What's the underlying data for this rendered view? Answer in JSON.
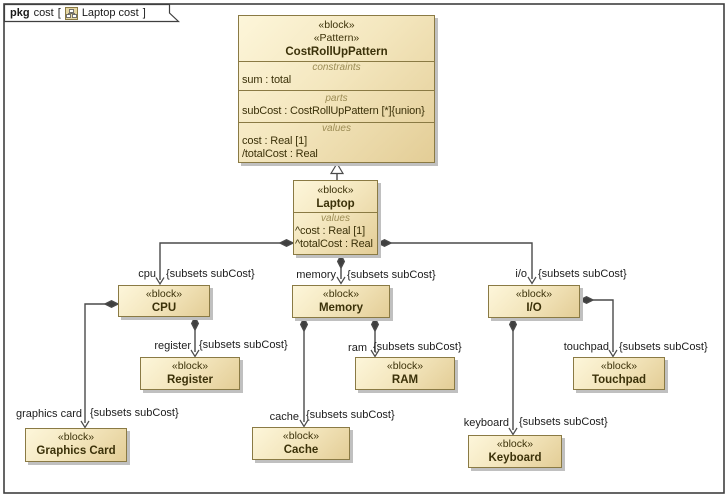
{
  "frame": {
    "kind": "pkg",
    "context": "cost",
    "open_bracket": "[",
    "diagram_name": "Laptop cost",
    "close_bracket": "]"
  },
  "blocks": {
    "pattern": {
      "stereotype1": "«block»",
      "stereotype2": "«Pattern»",
      "name": "CostRollUpPattern",
      "constraints_label": "constraints",
      "constraint_item": "sum : total",
      "parts_label": "parts",
      "part_item": "subCost : CostRollUpPattern [*]{union}",
      "values_label": "values",
      "value_item1": "cost : Real [1]",
      "value_item2": "/totalCost : Real"
    },
    "laptop": {
      "stereotype": "«block»",
      "name": "Laptop",
      "values_label": "values",
      "value_item1": "^cost : Real [1]",
      "value_item2": "^totalCost : Real"
    },
    "cpu": {
      "stereotype": "«block»",
      "name": "CPU"
    },
    "memory": {
      "stereotype": "«block»",
      "name": "Memory"
    },
    "io": {
      "stereotype": "«block»",
      "name": "I/O"
    },
    "register": {
      "stereotype": "«block»",
      "name": "Register"
    },
    "ram": {
      "stereotype": "«block»",
      "name": "RAM"
    },
    "touchpad": {
      "stereotype": "«block»",
      "name": "Touchpad"
    },
    "graphics_card": {
      "stereotype": "«block»",
      "name": "Graphics Card"
    },
    "cache": {
      "stereotype": "«block»",
      "name": "Cache"
    },
    "keyboard": {
      "stereotype": "«block»",
      "name": "Keyboard"
    }
  },
  "edges": {
    "cpu": {
      "role": "cpu",
      "constraint": "{subsets subCost}"
    },
    "memory": {
      "role": "memory",
      "constraint": "{subsets subCost}"
    },
    "io": {
      "role": "i/o",
      "constraint": "{subsets subCost}"
    },
    "register": {
      "role": "register",
      "constraint": "{subsets subCost}"
    },
    "graphics_card": {
      "role": "graphics card",
      "constraint": "{subsets subCost}"
    },
    "ram": {
      "role": "ram",
      "constraint": "{subsets subCost}"
    },
    "cache": {
      "role": "cache",
      "constraint": "{subsets subCost}"
    },
    "touchpad": {
      "role": "touchpad",
      "constraint": "{subsets subCost}"
    },
    "keyboard": {
      "role": "keyboard",
      "constraint": "{subsets subCost}"
    }
  },
  "colors": {
    "block_fill_light": "#fdf6da",
    "block_fill_dark": "#e3cd96",
    "block_border": "#8a7a44",
    "compartment_label": "#9c8c55",
    "block_text": "#3b3109",
    "connector": "#4a4a4a",
    "frame_border": "#3f3f3f"
  }
}
